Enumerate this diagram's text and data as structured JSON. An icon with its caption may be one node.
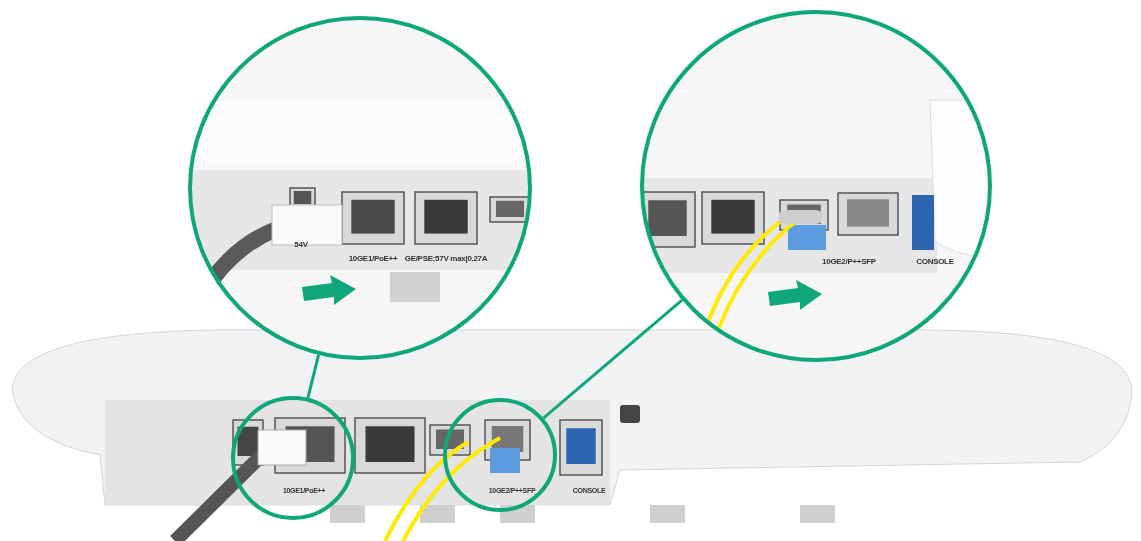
{
  "diagram": {
    "nodes": [
      {
        "text": [],
        "shape": "circle"
      },
      {
        "text": [],
        "shape": "circle"
      },
      {
        "text": [],
        "shape": "circle"
      },
      {
        "text": [],
        "shape": "circle"
      }
    ],
    "edges": [
      {
        "from": 2,
        "to": 0,
        "arrow": "none"
      },
      {
        "from": 3,
        "to": 1,
        "arrow": "none"
      }
    ],
    "labels": [
      "54V",
      "10GE1/PoE++",
      "GE/PSE:57V max|0.27A",
      "10GE2/P++SFP",
      "CONSOLE",
      "10GE1/PoE++",
      "10GE2/P++SFP",
      "CONSOLE"
    ]
  }
}
